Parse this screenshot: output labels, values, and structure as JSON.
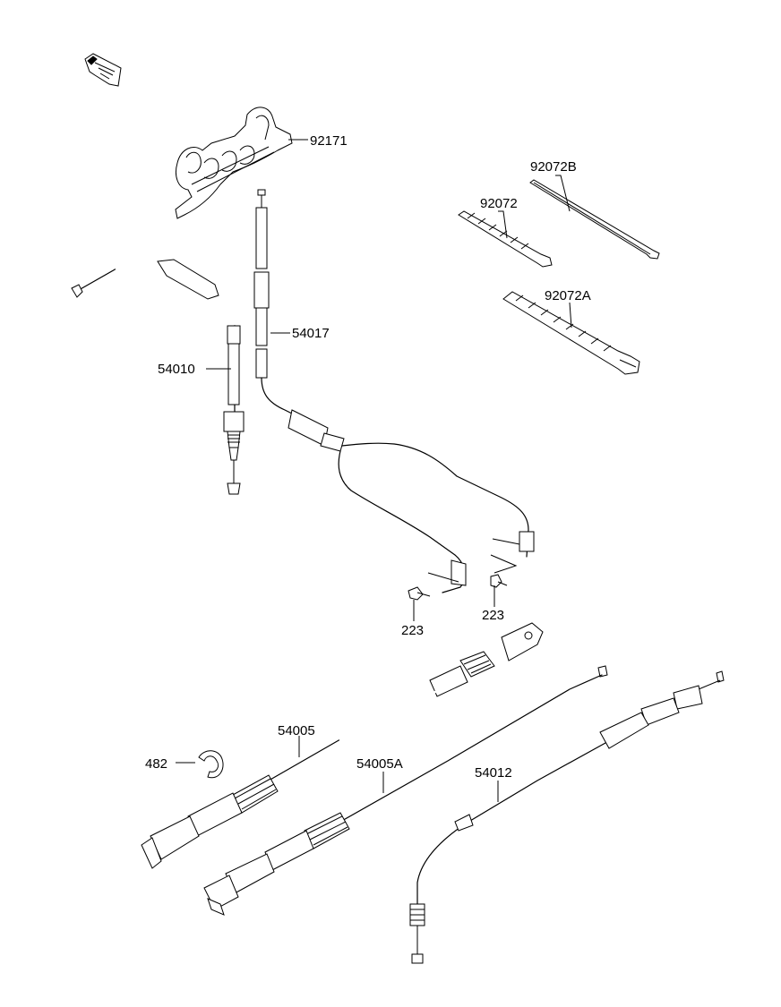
{
  "logo": {
    "icon": "front-arrow-icon"
  },
  "parts": [
    {
      "id": "p92171",
      "number": "92171"
    },
    {
      "id": "p92072B",
      "number": "92072B"
    },
    {
      "id": "p92072",
      "number": "92072"
    },
    {
      "id": "p92072A",
      "number": "92072A"
    },
    {
      "id": "p54017",
      "number": "54017"
    },
    {
      "id": "p54010",
      "number": "54010"
    },
    {
      "id": "p223a",
      "number": "223"
    },
    {
      "id": "p223b",
      "number": "223"
    },
    {
      "id": "p54005",
      "number": "54005"
    },
    {
      "id": "p482",
      "number": "482"
    },
    {
      "id": "p54005A",
      "number": "54005A"
    },
    {
      "id": "p54012",
      "number": "54012"
    }
  ]
}
